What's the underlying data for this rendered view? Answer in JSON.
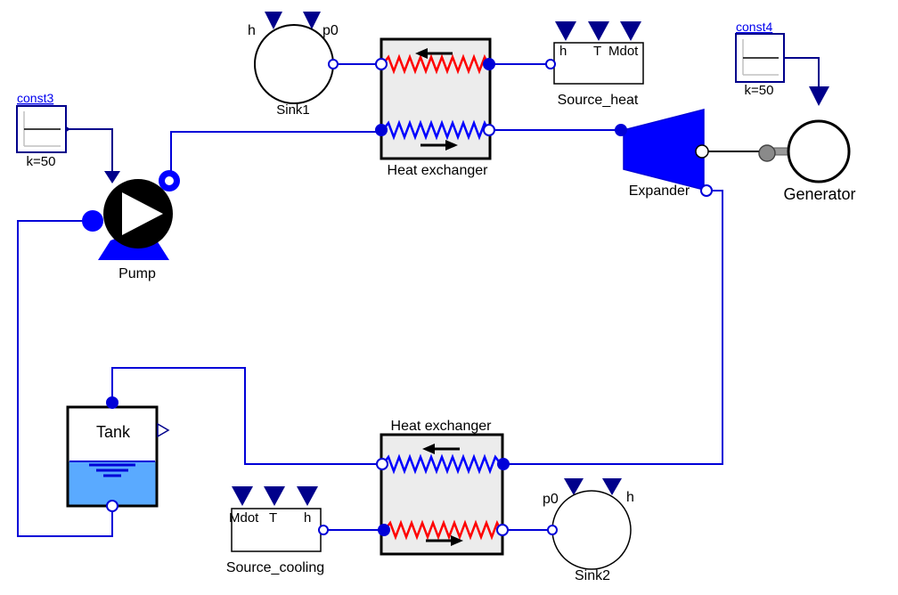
{
  "diagram": {
    "components": {
      "sink1": {
        "name": "Sink1",
        "left_label": "h",
        "right_label": "p0"
      },
      "sink2": {
        "name": "Sink2",
        "left_label": "p0",
        "right_label": "h"
      },
      "source_heat": {
        "name": "Source_heat",
        "labels": [
          "h",
          "T",
          "Mdot"
        ]
      },
      "source_cooling": {
        "name": "Source_cooling",
        "labels": [
          "Mdot",
          "T",
          "h"
        ]
      },
      "heat_exchanger_top": {
        "name": "Heat exchanger"
      },
      "heat_exchanger_bottom": {
        "name": "Heat exchanger"
      },
      "expander": {
        "name": "Expander"
      },
      "generator": {
        "name": "Generator"
      },
      "pump": {
        "name": "Pump"
      },
      "tank": {
        "name": "Tank"
      },
      "const3": {
        "name": "const3",
        "value_label": "k=50"
      },
      "const4": {
        "name": "const4",
        "value_label": "k=50"
      }
    },
    "colors": {
      "fluid_wire": "#0000d8",
      "signal_wire": "#00008b",
      "hot_stream": "#ff0000",
      "cold_stream": "#0000ff",
      "tank_liquid": "#5aaaff",
      "hx_fill": "#ececec"
    }
  }
}
